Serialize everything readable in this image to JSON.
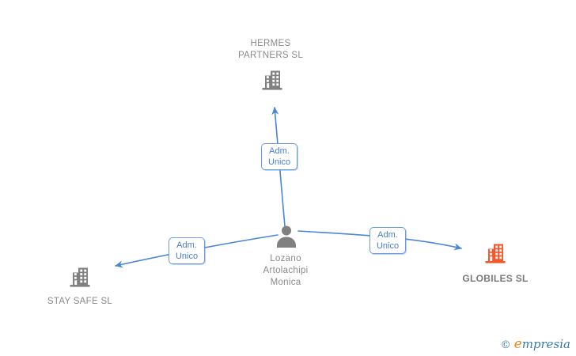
{
  "diagram": {
    "person": {
      "name": "Lozano\nArtolachipi\nMonica"
    },
    "companies": [
      {
        "id": "hermes",
        "label": "HERMES\nPARTNERS SL",
        "icon_color": "#808080"
      },
      {
        "id": "staysafe",
        "label": "STAY SAFE SL",
        "icon_color": "#808080"
      },
      {
        "id": "globiles",
        "label": "GLOBILES SL",
        "icon_color": "#f4572b"
      }
    ],
    "edges": [
      {
        "from": "person",
        "to": "hermes",
        "label": "Adm.\nUnico"
      },
      {
        "from": "person",
        "to": "staysafe",
        "label": "Adm.\nUnico"
      },
      {
        "from": "person",
        "to": "globiles",
        "label": "Adm.\nUnico"
      }
    ],
    "colors": {
      "edge_blue": "#4a86d8",
      "box_border_blue": "#6c9ce0",
      "box_text_blue": "#4a7fd0",
      "icon_gray": "#808080",
      "icon_orange": "#f4572b",
      "label_gray": "#8a8a8a"
    }
  },
  "watermark": {
    "copyright": "©",
    "brand_first_letter": "e",
    "brand_rest": "mpresia"
  }
}
